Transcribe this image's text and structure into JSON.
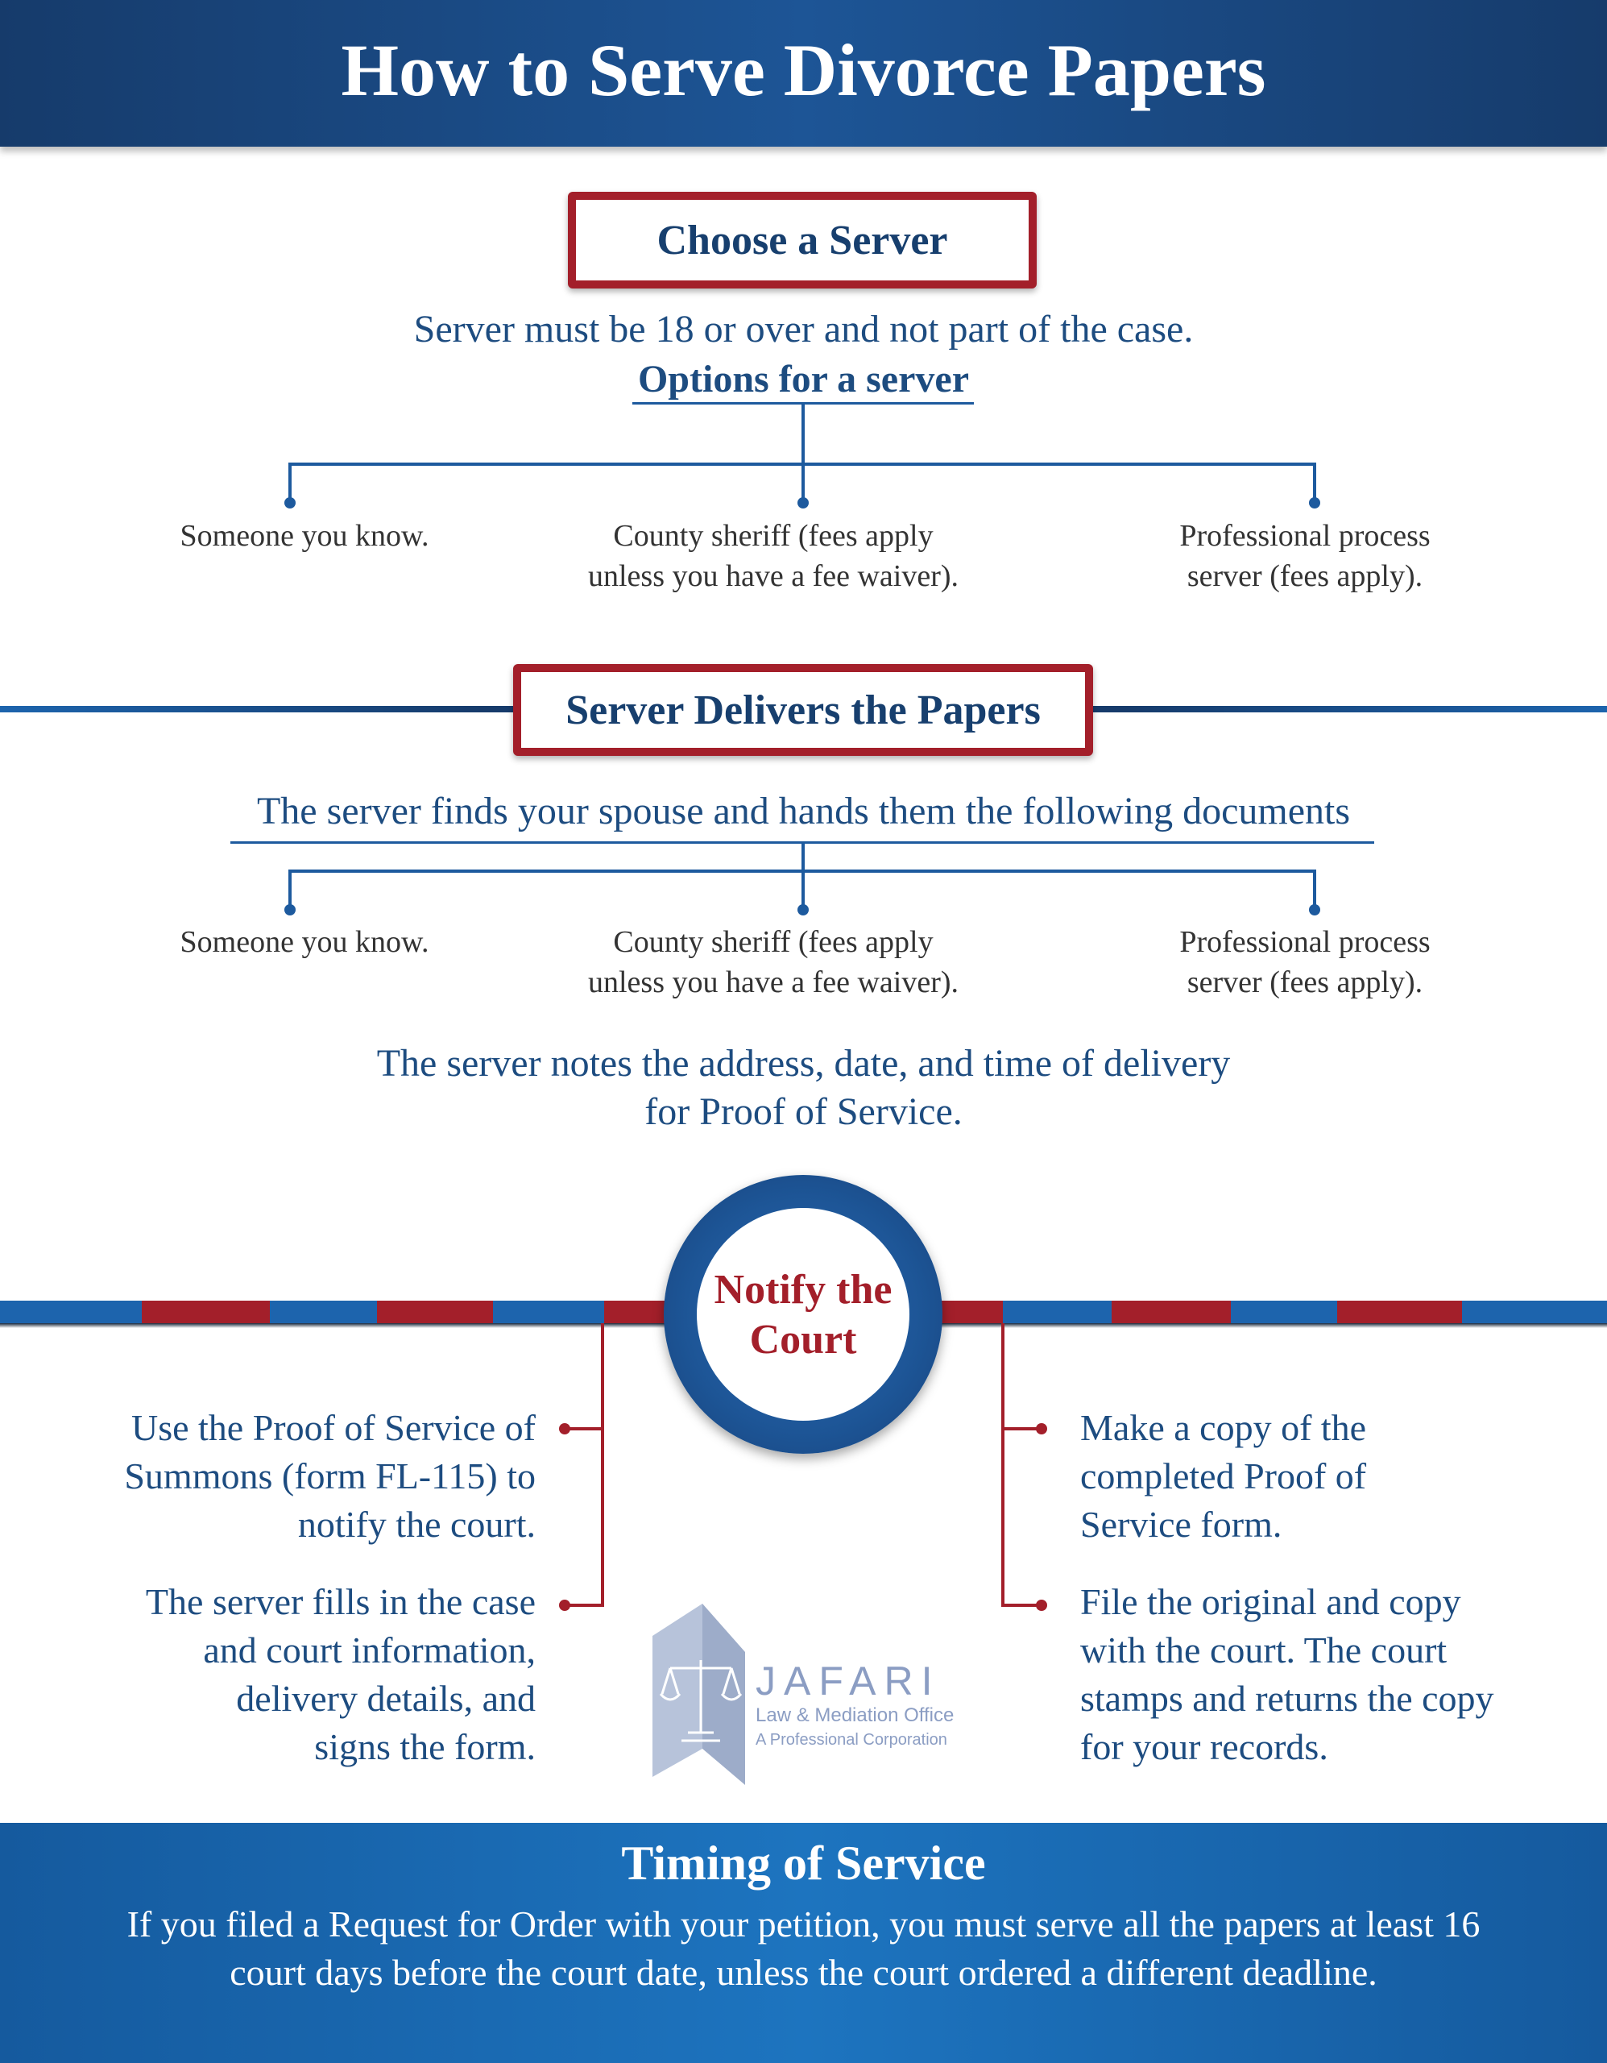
{
  "header": {
    "title": "How to Serve Divorce Papers"
  },
  "section1": {
    "title": "Choose a Server",
    "subtitle": "Server must be 18 or over and not part of the case.",
    "options_heading": "Options for a server",
    "options": [
      {
        "line1": "Someone you know.",
        "line2": ""
      },
      {
        "line1": "County sheriff (fees apply",
        "line2": "unless you have a fee waiver)."
      },
      {
        "line1": "Professional process",
        "line2": "server (fees apply)."
      }
    ]
  },
  "section2": {
    "title": "Server Delivers the Papers",
    "subtitle": "The server finds your spouse and hands them the following documents",
    "options": [
      {
        "line1": "Someone you know.",
        "line2": ""
      },
      {
        "line1": "County sheriff (fees apply",
        "line2": "unless you have a fee waiver)."
      },
      {
        "line1": "Professional process",
        "line2": "server (fees apply)."
      }
    ],
    "note_line1": "The server notes the address, date, and time of delivery",
    "note_line2": "for Proof of Service."
  },
  "section3": {
    "title_line1": "Notify the",
    "title_line2": "Court",
    "left_steps": [
      {
        "lines": [
          "Use the Proof of Service of",
          "Summons (form FL-115) to",
          "notify the court."
        ]
      },
      {
        "lines": [
          "The server fills in the case",
          "and court information,",
          "delivery details, and",
          "signs the form."
        ]
      }
    ],
    "right_steps": [
      {
        "lines": [
          "Make a copy of the",
          "completed Proof of",
          "Service form."
        ]
      },
      {
        "lines": [
          "File the original and copy",
          "with the court. The court",
          "stamps and returns the copy",
          "for your records."
        ]
      }
    ]
  },
  "logo": {
    "name": "JAFARI",
    "line2": "Law & Mediation Office",
    "line3": "A Professional Corporation"
  },
  "footer": {
    "title": "Timing of Service",
    "body": "If you filed a Request for Order with your petition, you must serve all the papers at least 16 court days before the court date, unless the court ordered a different deadline."
  },
  "colors": {
    "navy": "#173f6e",
    "blue": "#1d5a9e",
    "red": "#a31f2a"
  }
}
